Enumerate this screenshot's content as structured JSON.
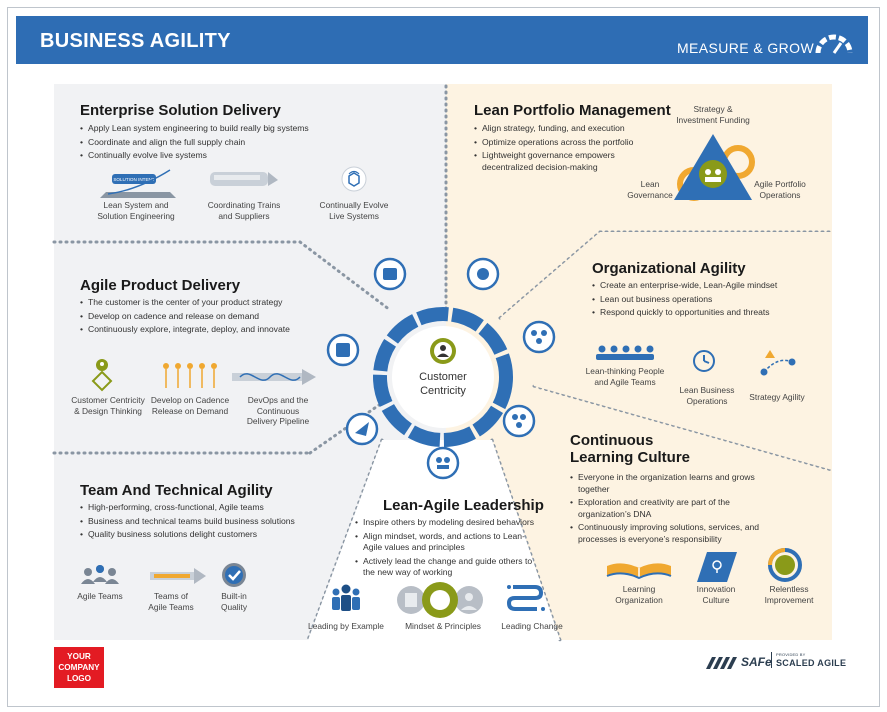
{
  "header": {
    "title": "BUSINESS AGILITY",
    "subtitle": "MEASURE & GROW"
  },
  "center": {
    "label_line1": "Customer",
    "label_line2": "Centricity"
  },
  "enterprise": {
    "title": "Enterprise Solution Delivery",
    "bullets": [
      "Apply Lean system engineering to build really big systems",
      "Coordinate and align the full supply chain",
      "Continually evolve live systems"
    ],
    "items": [
      {
        "line1": "Lean System and",
        "line2": "Solution Engineering",
        "badge": "SOLUTION INTENT"
      },
      {
        "line1": "Coordinating Trains",
        "line2": "and Suppliers"
      },
      {
        "line1": "Continually Evolve",
        "line2": "Live Systems"
      }
    ]
  },
  "lpm": {
    "title": "Lean Portfolio Management",
    "bullets": [
      "Align strategy, funding, and execution",
      "Optimize operations across the portfolio",
      "Lightweight governance empowers decentralized decision-making"
    ],
    "top_label_line1": "Strategy &",
    "top_label_line2": "Investment Funding",
    "left_label_line1": "Lean",
    "left_label_line2": "Governance",
    "right_label_line1": "Agile Portfolio",
    "right_label_line2": "Operations"
  },
  "apd": {
    "title": "Agile Product Delivery",
    "bullets": [
      "The customer is the center of your product strategy",
      "Develop on cadence and release on demand",
      "Continuously explore, integrate, deploy, and innovate"
    ],
    "items": [
      {
        "line1": "Customer Centricity",
        "line2": "& Design Thinking"
      },
      {
        "line1": "Develop on Cadence",
        "line2": "Release on Demand"
      },
      {
        "line1": "DevOps and the Continuous",
        "line2": "Delivery Pipeline"
      }
    ]
  },
  "oa": {
    "title": "Organizational Agility",
    "bullets": [
      "Create an enterprise-wide, Lean-Agile mindset",
      "Lean out business operations",
      "Respond quickly to opportunities and threats"
    ],
    "items": [
      {
        "line1": "Lean-thinking People",
        "line2": "and Agile Teams"
      },
      {
        "line1": "Lean Business",
        "line2": "Operations"
      },
      {
        "line1": "Strategy Agility",
        "line2": ""
      }
    ]
  },
  "tta": {
    "title": "Team And Technical Agility",
    "bullets": [
      "High-performing, cross-functional, Agile teams",
      "Business and technical teams build business solutions",
      "Quality business solutions delight customers"
    ],
    "items": [
      {
        "line1": "Agile Teams",
        "line2": ""
      },
      {
        "line1": "Teams of",
        "line2": "Agile Teams"
      },
      {
        "line1": "Built-in",
        "line2": "Quality"
      }
    ]
  },
  "lal": {
    "title": "Lean-Agile Leadership",
    "bullets": [
      "Inspire others by modeling desired behaviors",
      "Align mindset, words, and actions to Lean-Agile values and principles",
      "Actively lead the change and guide others to the new way of working"
    ],
    "items": [
      {
        "line1": "Leading by Example"
      },
      {
        "line1": "Mindset & Principles"
      },
      {
        "line1": "Leading Change"
      }
    ]
  },
  "clc": {
    "title_line1": "Continuous",
    "title_line2": "Learning Culture",
    "bullets": [
      "Everyone in the organization learns and grows together",
      "Exploration and creativity are part of the organization’s DNA",
      "Continuously improving solutions, services, and processes is everyone’s responsibility"
    ],
    "items": [
      {
        "line1": "Learning",
        "line2": "Organization"
      },
      {
        "line1": "Innovation",
        "line2": "Culture"
      },
      {
        "line1": "Relentless",
        "line2": "Improvement"
      }
    ]
  },
  "footer": {
    "logo_line1": "YOUR",
    "logo_line2": "COMPANY",
    "logo_line3": "LOGO",
    "safe": "SAFe",
    "safe_provided": "PROVIDED BY",
    "safe_brand": "SCALED AGILE"
  },
  "colors": {
    "brand_blue": "#2e6db4",
    "ring_blue": "#2f6fb5",
    "olive": "#8a9a19",
    "orange": "#f0a830",
    "grey_panel": "#f1f2f4",
    "cream_panel": "#fdf3e2",
    "logo_red": "#e31b23"
  }
}
